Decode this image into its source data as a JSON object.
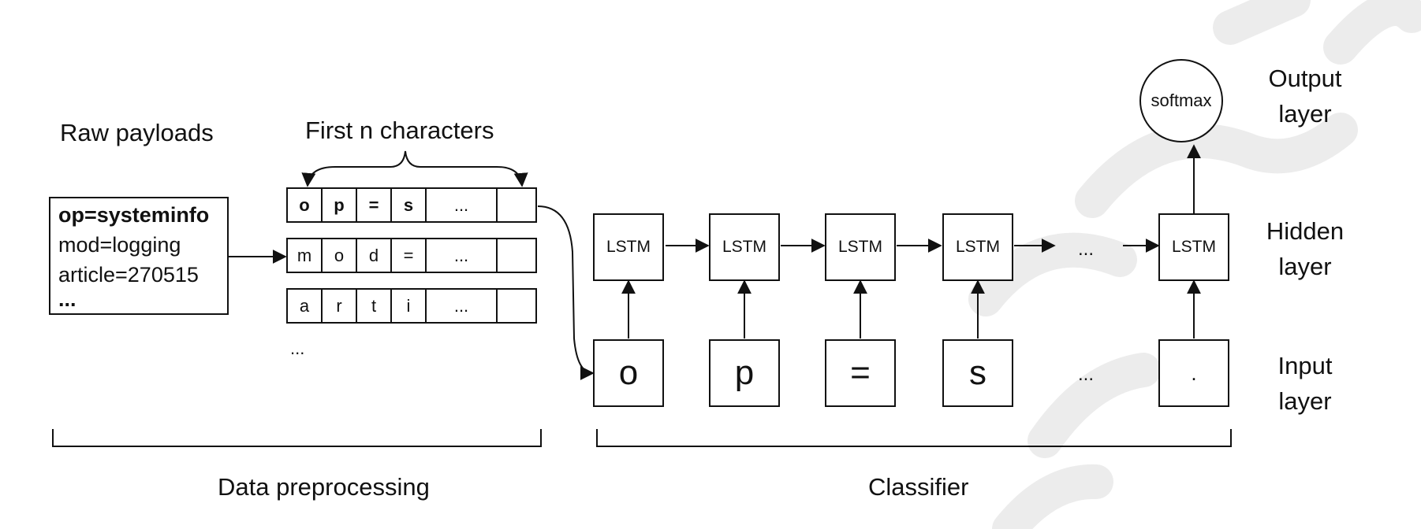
{
  "labels": {
    "raw_payloads": "Raw payloads",
    "first_n_characters": "First n characters",
    "data_preprocessing": "Data preprocessing",
    "classifier": "Classifier",
    "output_layer": [
      "Output",
      "layer"
    ],
    "hidden_layer": [
      "Hidden",
      "layer"
    ],
    "input_layer": [
      "Input",
      "layer"
    ]
  },
  "raw_payload_lines": [
    "op=systeminfo",
    "mod=logging",
    "article=270515",
    "..."
  ],
  "char_rows": [
    [
      "o",
      "p",
      "=",
      "s",
      "...",
      ""
    ],
    [
      "m",
      "o",
      "d",
      "=",
      "...",
      ""
    ],
    [
      "a",
      "r",
      "t",
      "i",
      "...",
      ""
    ]
  ],
  "rows_more": "...",
  "lstm_cells": [
    "LSTM",
    "LSTM",
    "LSTM",
    "LSTM",
    "LSTM"
  ],
  "hidden_ellipsis": "...",
  "input_cells": [
    "o",
    "p",
    "=",
    "s",
    "..."
  ],
  "input_last": ".",
  "softmax": "softmax"
}
